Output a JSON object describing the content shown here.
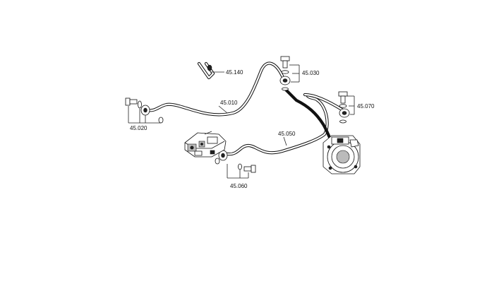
{
  "labels": {
    "p45140": "45.140",
    "p45030": "45.030",
    "p45010": "45.010",
    "p45070": "45.070",
    "p45020": "45.020",
    "p45050": "45.050",
    "p45060": "45.060"
  }
}
